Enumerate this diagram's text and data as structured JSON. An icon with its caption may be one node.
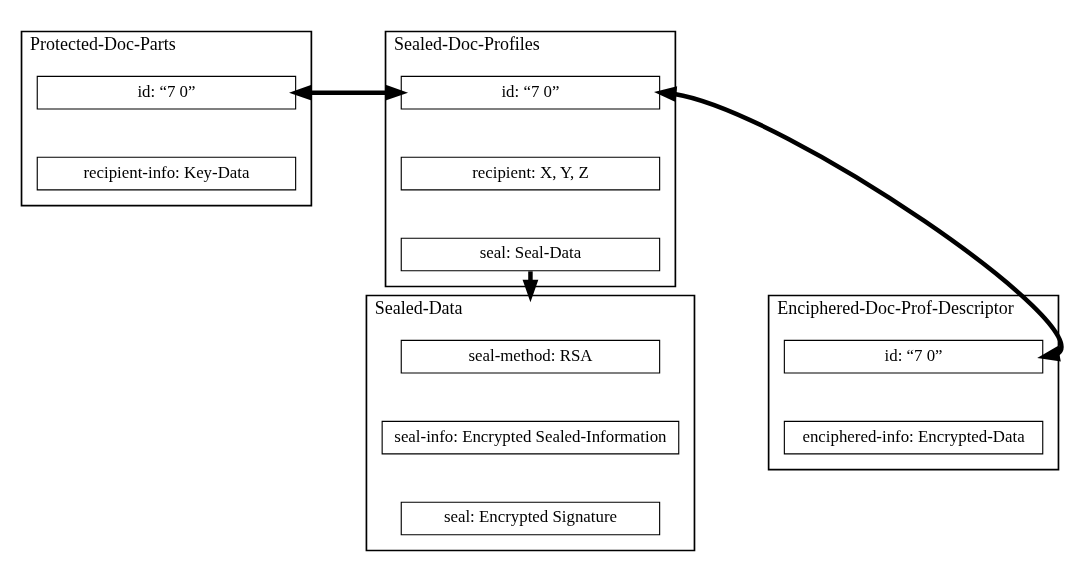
{
  "diagram": {
    "nodes": [
      {
        "text": [
          "Protected-Doc-Parts"
        ]
      },
      {
        "text": [
          "id: “7 0”"
        ],
        "in": 0
      },
      {
        "text": [
          "recipient-info: Key-Data"
        ],
        "in": 0
      },
      {
        "text": [
          "Sealed-Doc-Profiles"
        ]
      },
      {
        "text": [
          "id: “7 0”"
        ],
        "in": 3
      },
      {
        "text": [
          "recipient: X, Y, Z"
        ],
        "in": 3
      },
      {
        "text": [
          "seal: Seal-Data"
        ],
        "in": 3
      },
      {
        "text": [
          "Enciphered-Doc-Prof-Descriptor"
        ]
      },
      {
        "text": [
          "id: “7 0”"
        ],
        "in": 7
      },
      {
        "text": [
          "enciphered-info: Encrypted-Data"
        ],
        "in": 7
      },
      {
        "text": [
          "Sealed-Data"
        ]
      },
      {
        "text": [
          "seal-method: RSA"
        ],
        "in": 10
      },
      {
        "text": [
          "seal-info: Encrypted Sealed-Information"
        ],
        "in": 10
      },
      {
        "text": [
          "seal: Encrypted Signature"
        ],
        "in": 10
      }
    ],
    "edges": [
      {
        "from": 4,
        "to": 1,
        "arrow": "both"
      },
      {
        "from": 4,
        "to": 8,
        "arrow": "both"
      },
      {
        "from": 6,
        "to": 10,
        "arrow": "to"
      }
    ]
  }
}
